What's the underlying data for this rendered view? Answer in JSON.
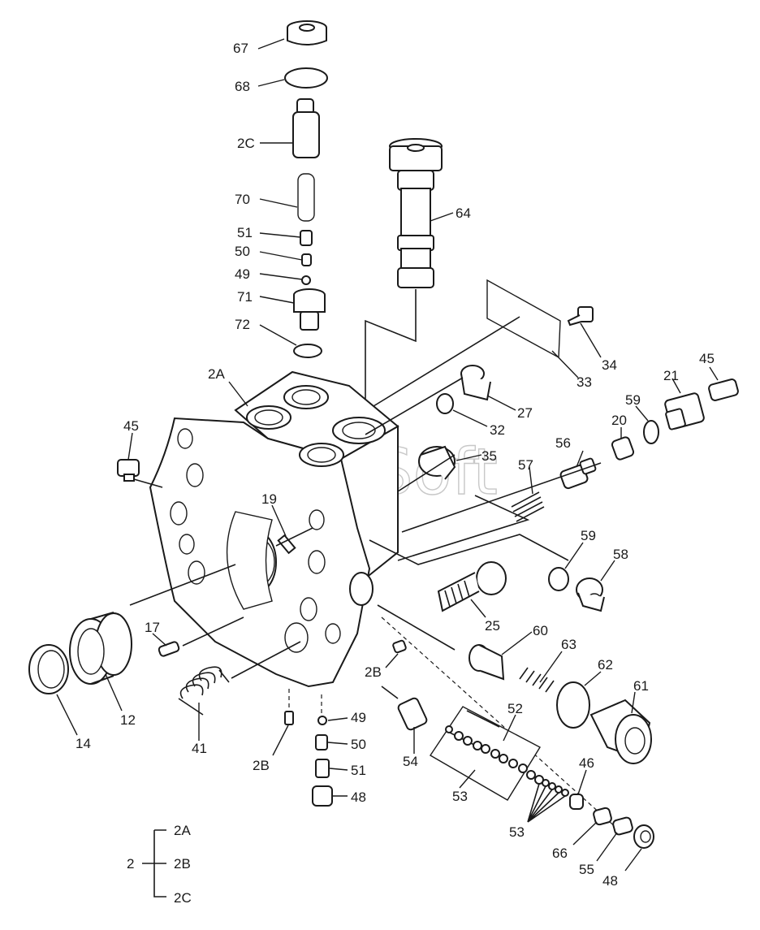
{
  "watermark": "AutoSoft",
  "labels": {
    "p67": "67",
    "p68": "68",
    "p2c_top": "2C",
    "p70": "70",
    "p51_top": "51",
    "p50_top": "50",
    "p49_top": "49",
    "p71": "71",
    "p72": "72",
    "p64": "64",
    "p34": "34",
    "p33": "33",
    "p27": "27",
    "p2a": "2A",
    "p45_left": "45",
    "p32": "32",
    "p35": "35",
    "p57": "57",
    "p56": "56",
    "p20": "20",
    "p59_top": "59",
    "p21": "21",
    "p45_right": "45",
    "p19": "19",
    "p59_mid": "59",
    "p58": "58",
    "p25": "25",
    "p60": "60",
    "p63": "63",
    "p62": "62",
    "p61": "61",
    "p17": "17",
    "p2b_mid": "2B",
    "p12": "12",
    "p14": "14",
    "p41": "41",
    "p2b_bottom": "2B",
    "p49_bottom": "49",
    "p50_bottom": "50",
    "p51_bottom": "51",
    "p48_bottom": "48",
    "p54": "54",
    "p52": "52",
    "p53_a": "53",
    "p46": "46",
    "p53_b": "53",
    "p66": "66",
    "p55": "55",
    "p48_right": "48"
  },
  "legend": {
    "parent": "2",
    "children": [
      "2A",
      "2B",
      "2C"
    ]
  }
}
